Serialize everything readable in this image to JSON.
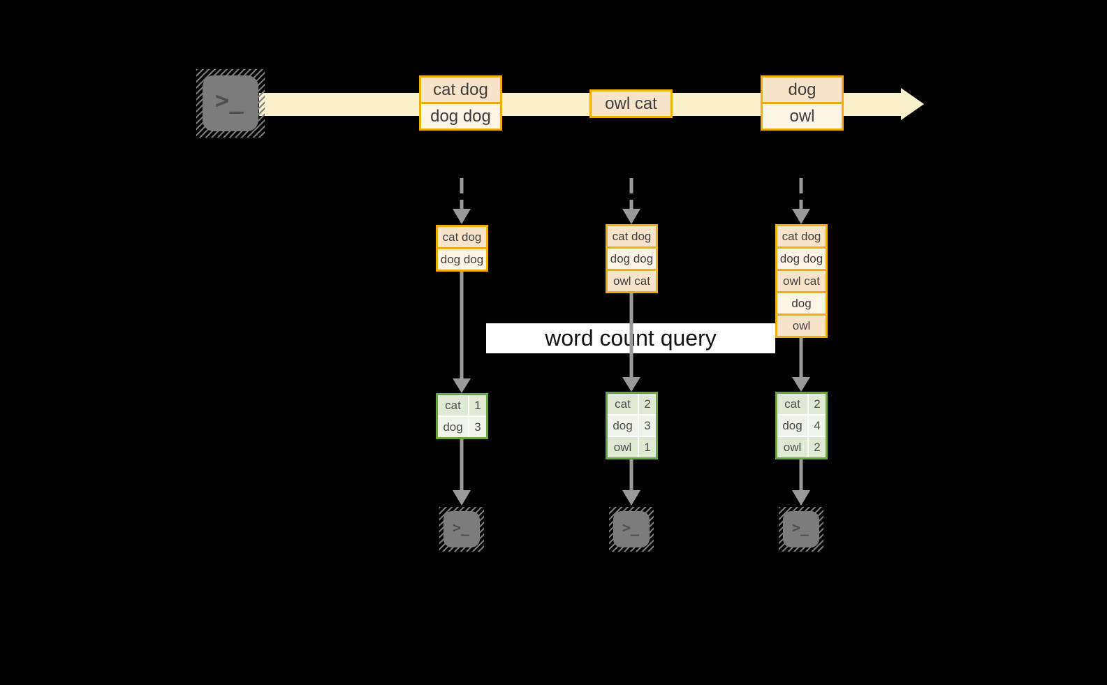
{
  "query": {
    "label": "word count query"
  },
  "stream": {
    "source_terminal_glyph": ">_",
    "events": [
      {
        "rows": [
          "cat dog",
          "dog dog"
        ]
      },
      {
        "rows": [
          "owl cat"
        ]
      },
      {
        "rows": [
          "dog",
          "owl"
        ]
      }
    ]
  },
  "columns": [
    {
      "batch_rows": [
        "cat dog",
        "dog dog"
      ],
      "counts": [
        {
          "word": "cat",
          "value": "1"
        },
        {
          "word": "dog",
          "value": "3"
        }
      ],
      "sink_glyph": ">_"
    },
    {
      "batch_rows": [
        "cat dog",
        "dog dog",
        "owl cat"
      ],
      "counts": [
        {
          "word": "cat",
          "value": "2"
        },
        {
          "word": "dog",
          "value": "3"
        },
        {
          "word": "owl",
          "value": "1"
        }
      ],
      "sink_glyph": ">_"
    },
    {
      "batch_rows": [
        "cat dog",
        "dog dog",
        "owl cat",
        "dog",
        "owl"
      ],
      "counts": [
        {
          "word": "cat",
          "value": "2"
        },
        {
          "word": "dog",
          "value": "4"
        },
        {
          "word": "owl",
          "value": "2"
        }
      ],
      "sink_glyph": ">_"
    }
  ],
  "colors": {
    "background": "#000000",
    "stream_band": "#FAF0CC",
    "cell_peach": "#F9E4C9",
    "cell_cream": "#FDF4E6",
    "gold_border": "#F0AD0B",
    "arrow_gray": "#9A9A9A",
    "green_border": "#6AA63E",
    "green_cell_dark": "#E0E9D4",
    "green_cell_light": "#EFF3E9",
    "terminal_gray": "#7C7C7C",
    "query_label_bg": "#FFFFFF"
  }
}
